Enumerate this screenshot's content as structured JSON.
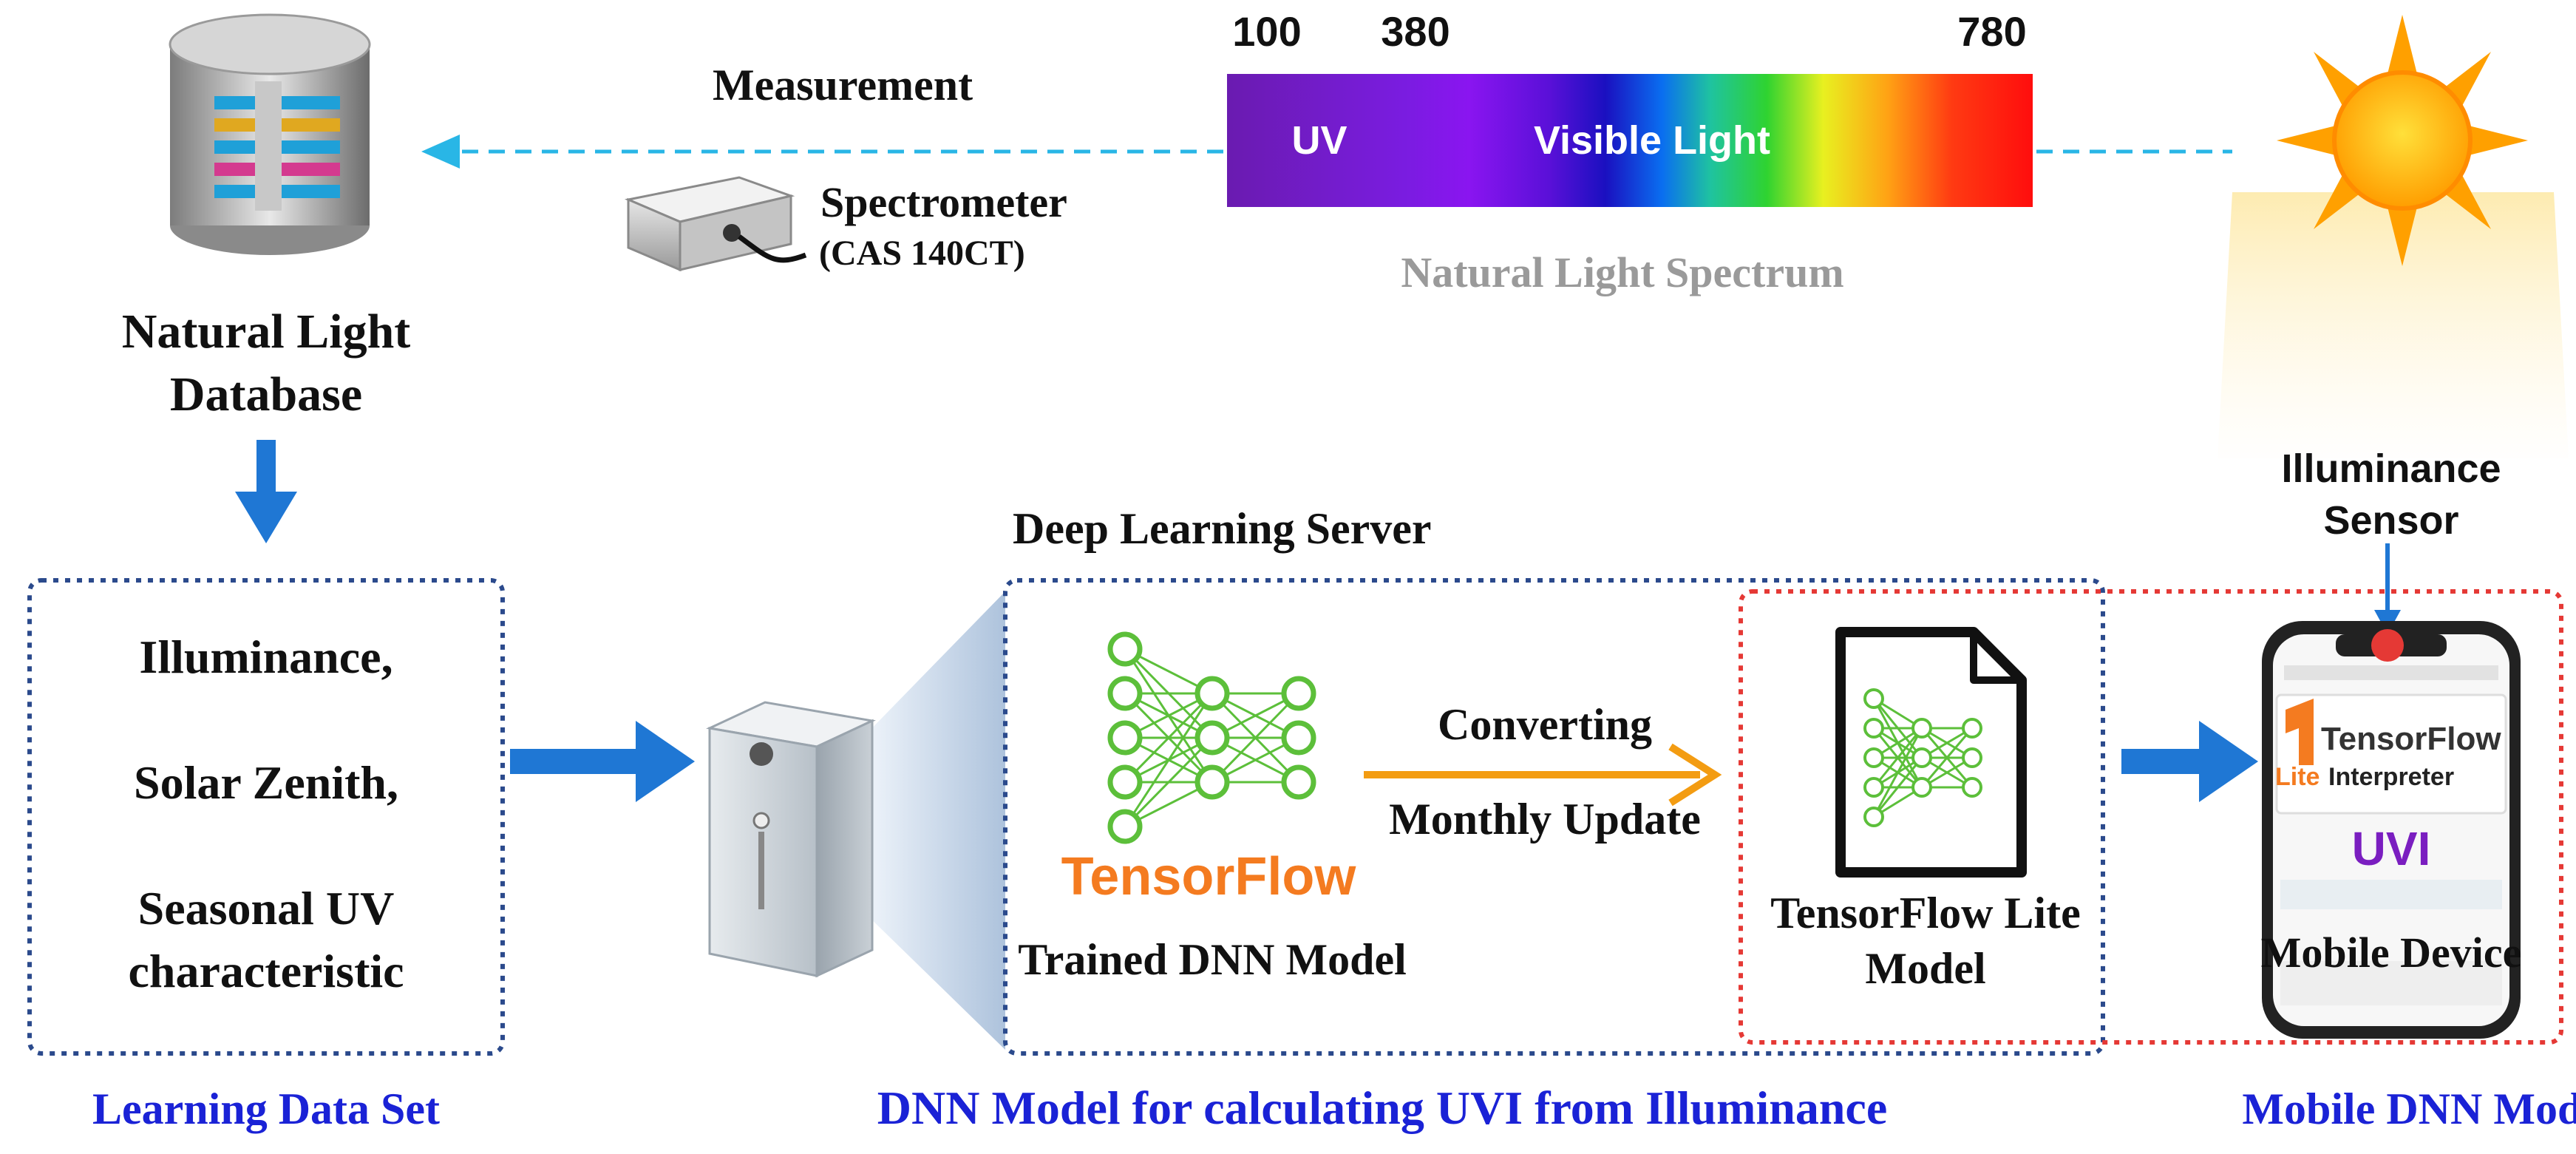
{
  "spectrum": {
    "tick_labels": [
      "100",
      "380",
      "780"
    ],
    "band_uv": "UV",
    "band_visible": "Visible Light",
    "caption": "Natural Light Spectrum"
  },
  "measurement": {
    "label": "Measurement",
    "device_name": "Spectrometer",
    "device_model": "(CAS 140CT)"
  },
  "database": {
    "line1": "Natural Light",
    "line2": "Database"
  },
  "learning_set": {
    "items": [
      "Illuminance,",
      "Solar Zenith,",
      "Seasonal UV",
      "characteristic"
    ],
    "caption": "Learning Data Set"
  },
  "server": {
    "title": "Deep Learning Server",
    "tensorflow_logo": "TensorFlow",
    "trained_model": "Trained DNN Model",
    "converting": "Converting",
    "monthly_update": "Monthly Update",
    "tflite_line1": "TensorFlow Lite",
    "tflite_line2": "Model",
    "caption": "DNN Model for calculating UVI from Illuminance"
  },
  "mobile": {
    "sensor_line1": "Illuminance",
    "sensor_line2": "Sensor",
    "tf_brand": "TensorFlow",
    "lite": "Lite",
    "interpreter": "Interpreter",
    "uvi": "UVI",
    "device": "Mobile Device",
    "caption": "Mobile DNN Model"
  },
  "colors": {
    "arrow_blue": "#1f77d4",
    "dashed_cyan": "#29b6e6",
    "box_border": "#2b4a8c",
    "red_border": "#e53935",
    "caption_blue": "#1a22d6",
    "orange": "#f39c12",
    "nn_green": "#5cbf3a",
    "tf_orange": "#f47b20"
  },
  "icons": [
    "database-icon",
    "spectrometer-icon",
    "sun-icon",
    "server-icon",
    "neural-network-icon",
    "document-icon",
    "smartphone-icon"
  ]
}
